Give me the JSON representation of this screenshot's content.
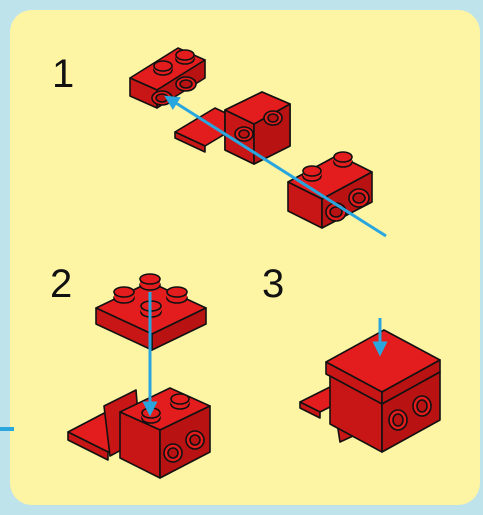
{
  "steps": [
    {
      "number": "1"
    },
    {
      "number": "2"
    },
    {
      "number": "3"
    }
  ],
  "colors": {
    "background": "#bfe3ea",
    "panel": "#fef5a4",
    "brick": "#e31d1d",
    "brick_dark": "#b81212",
    "outline": "#111111",
    "arrow": "#2aa6df"
  }
}
